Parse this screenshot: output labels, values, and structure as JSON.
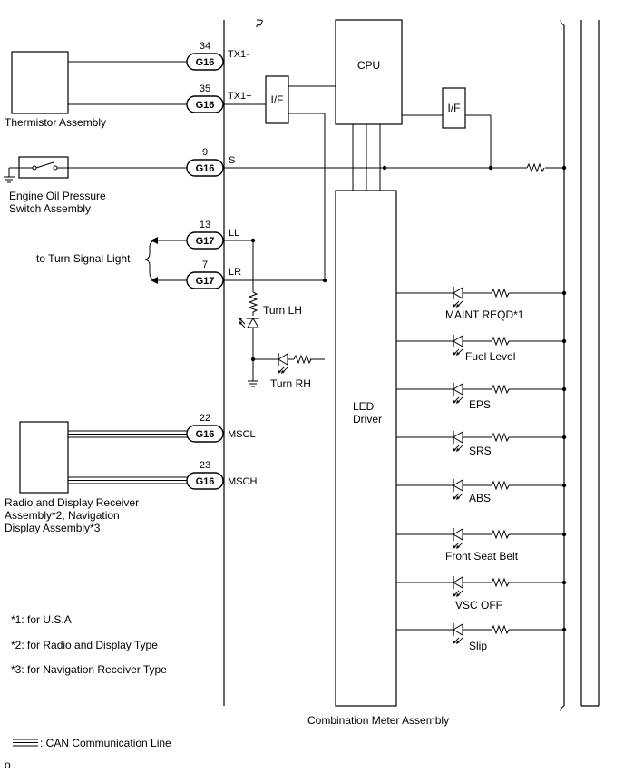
{
  "components": {
    "thermistor": "Thermistor Assembly",
    "oil_switch_line1": "Engine Oil Pressure",
    "oil_switch_line2": "Switch Assembly",
    "turn_signal": "to Turn Signal Light",
    "radio_line1": "Radio and Display Receiver",
    "radio_line2": "Assembly*2, Navigation",
    "radio_line3": "Display Assembly*3",
    "cpu": "CPU",
    "interface": "I/F",
    "led_driver_line1": "LED",
    "led_driver_line2": "Driver",
    "meter": "Combination Meter Assembly"
  },
  "pins": [
    {
      "number": "34",
      "connector": "G16",
      "signal": "TX1-"
    },
    {
      "number": "35",
      "connector": "G16",
      "signal": "TX1+"
    },
    {
      "number": "9",
      "connector": "G16",
      "signal": "S"
    },
    {
      "number": "13",
      "connector": "G17",
      "signal": "LL"
    },
    {
      "number": "7",
      "connector": "G17",
      "signal": "LR"
    },
    {
      "number": "22",
      "connector": "G16",
      "signal": "MSCL"
    },
    {
      "number": "23",
      "connector": "G16",
      "signal": "MSCH"
    }
  ],
  "turn_leds": [
    "Turn LH",
    "Turn RH"
  ],
  "indicators": [
    "MAINT REQD*1",
    "Fuel Level",
    "EPS",
    "SRS",
    "ABS",
    "Front Seat Belt",
    "VSC OFF",
    "Slip"
  ],
  "notes": [
    "*1: for U.S.A",
    "*2: for Radio and Display Type",
    "*3: for Navigation Receiver Type"
  ],
  "legend": ": CAN Communication Line",
  "corner_mark": "o"
}
